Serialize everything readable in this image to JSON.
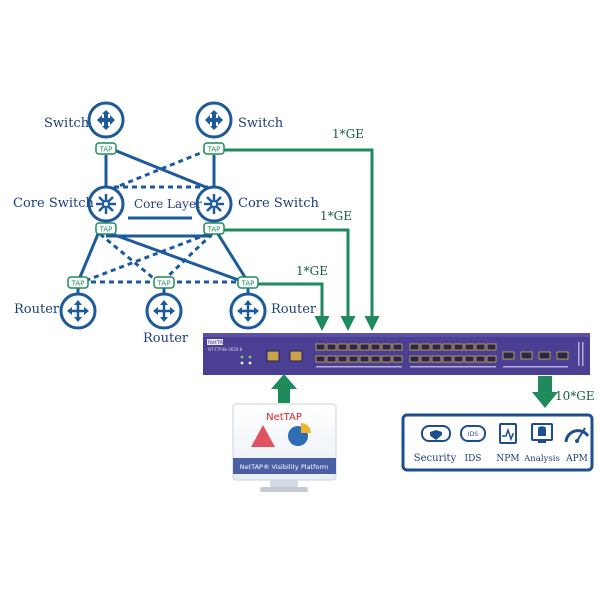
{
  "colors": {
    "navy": "#1c5a9c",
    "green": "#1f8a5b",
    "device": "#4b3f93",
    "panel_border": "#1d4f8e",
    "text": "#1d3f78"
  },
  "labels": {
    "switch_left": "Switch",
    "switch_right": "Switch",
    "core_left": "Core Switch",
    "core_right": "Core Switch",
    "core_layer": "Core Layer",
    "router_left": "Router",
    "router_mid": "Router",
    "router_right": "Router",
    "tap": "TAP"
  },
  "links": {
    "ge_top": "1*GE",
    "ge_mid": "1*GE",
    "ge_low": "1*GE",
    "ten_ge": "10*GE"
  },
  "device": {
    "brand": "NetTAP",
    "model": "NT-FTP48-3650-8"
  },
  "platform": {
    "logo": "NetTAP",
    "caption": "NetTAP® Visibility Platform"
  },
  "tools": [
    {
      "label": "Security",
      "icon": "security-icon"
    },
    {
      "label": "IDS",
      "icon": "ids-icon"
    },
    {
      "label": "NPM",
      "icon": "npm-icon"
    },
    {
      "label": "Analysis",
      "icon": "analysis-icon"
    },
    {
      "label": "APM",
      "icon": "apm-icon"
    }
  ]
}
